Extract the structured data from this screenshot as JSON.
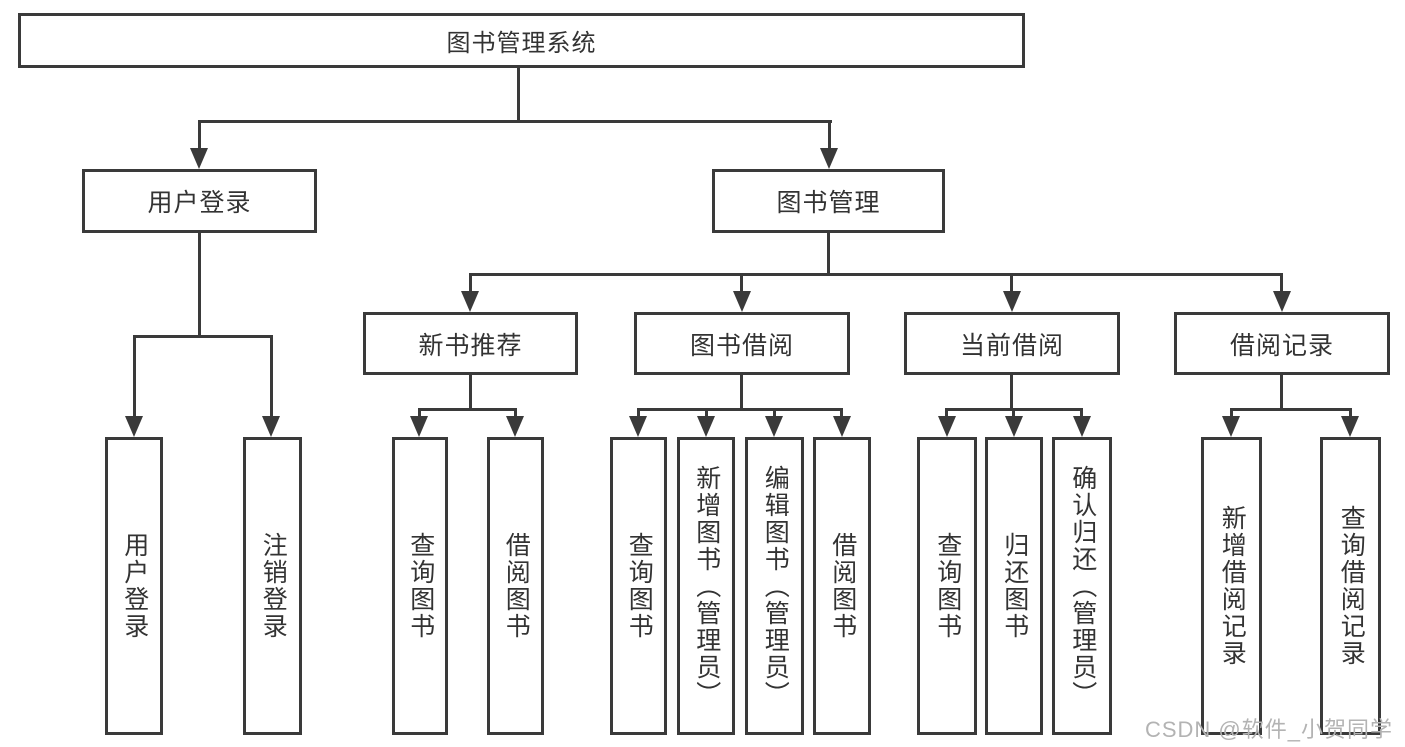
{
  "diagram_type": "hierarchy-tree",
  "tree": {
    "label": "图书管理系统",
    "children": [
      {
        "label": "用户登录",
        "children": [
          {
            "label": "用户登录"
          },
          {
            "label": "注销登录"
          }
        ]
      },
      {
        "label": "图书管理",
        "children": [
          {
            "label": "新书推荐",
            "children": [
              {
                "label": "查询图书"
              },
              {
                "label": "借阅图书"
              }
            ]
          },
          {
            "label": "图书借阅",
            "children": [
              {
                "label": "查询图书"
              },
              {
                "label": "新增图书（管理员）"
              },
              {
                "label": "编辑图书（管理员）"
              },
              {
                "label": "借阅图书"
              }
            ]
          },
          {
            "label": "当前借阅",
            "children": [
              {
                "label": "查询图书"
              },
              {
                "label": "归还图书"
              },
              {
                "label": "确认归还（管理员）"
              }
            ]
          },
          {
            "label": "借阅记录",
            "children": [
              {
                "label": "新增借阅记录"
              },
              {
                "label": "查询借阅记录"
              }
            ]
          }
        ]
      }
    ]
  },
  "watermark": "CSDN @软件_小贺同学",
  "colors": {
    "line": "#3a3a3a",
    "text": "#333333",
    "watermark": "#b3b3b3"
  }
}
